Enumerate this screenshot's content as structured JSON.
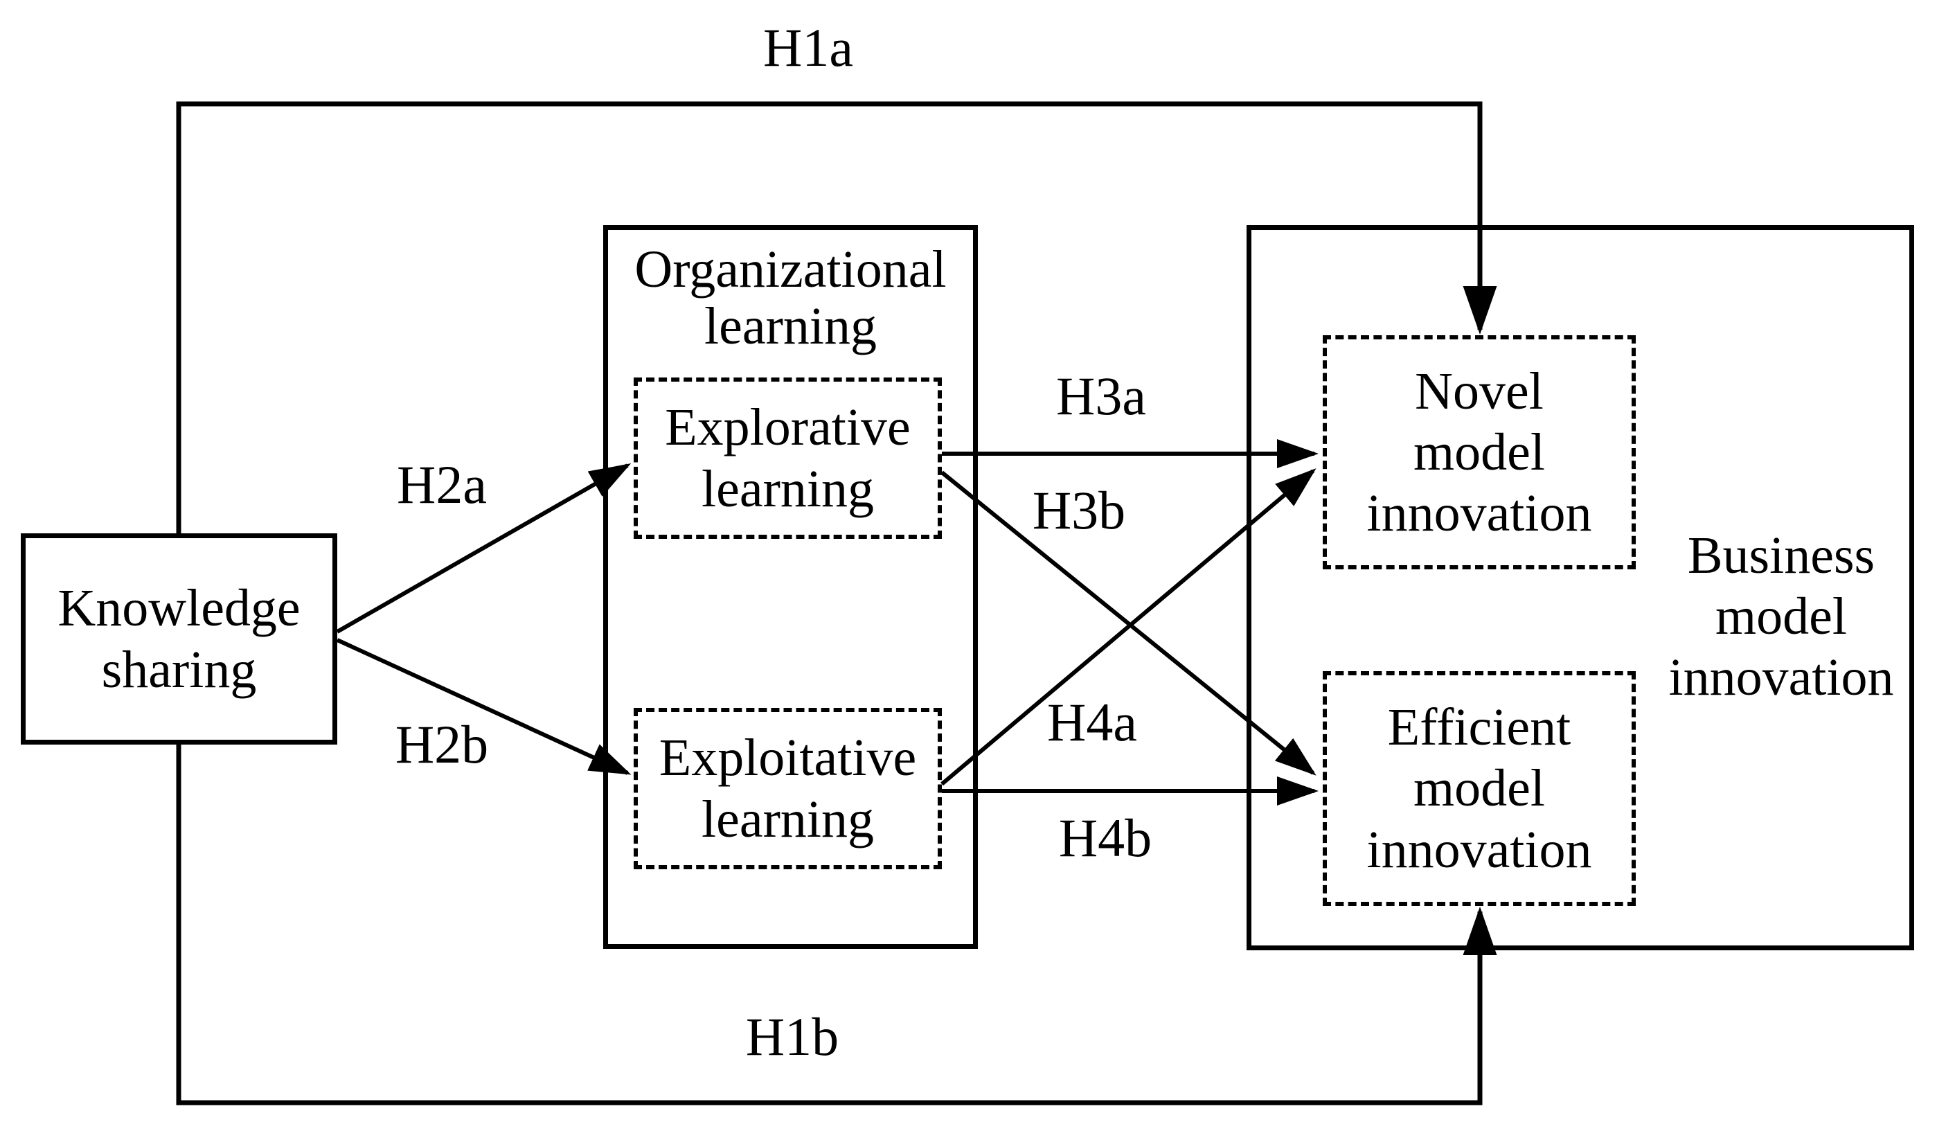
{
  "figure": {
    "background": "#ffffff",
    "line_color": "#000000",
    "nodes": {
      "knowledge_sharing": {
        "lines": [
          "Knowledge",
          "sharing"
        ]
      },
      "organizational_learning": {
        "lines": [
          "Organizational",
          "learning"
        ]
      },
      "explorative_learning": {
        "lines": [
          "Explorative",
          "learning"
        ]
      },
      "exploitative_learning": {
        "lines": [
          "Exploitative",
          "learning"
        ]
      },
      "business_model_innovation": {
        "lines": [
          "Business",
          "model",
          "innovation"
        ]
      },
      "novel_model_innovation": {
        "lines": [
          "Novel",
          "model",
          "innovation"
        ]
      },
      "efficient_model_innovation": {
        "lines": [
          "Efficient",
          "model",
          "innovation"
        ]
      }
    },
    "hypotheses": {
      "h1a": "H1a",
      "h1b": "H1b",
      "h2a": "H2a",
      "h2b": "H2b",
      "h3a": "H3a",
      "h3b": "H3b",
      "h4a": "H4a",
      "h4b": "H4b"
    }
  }
}
